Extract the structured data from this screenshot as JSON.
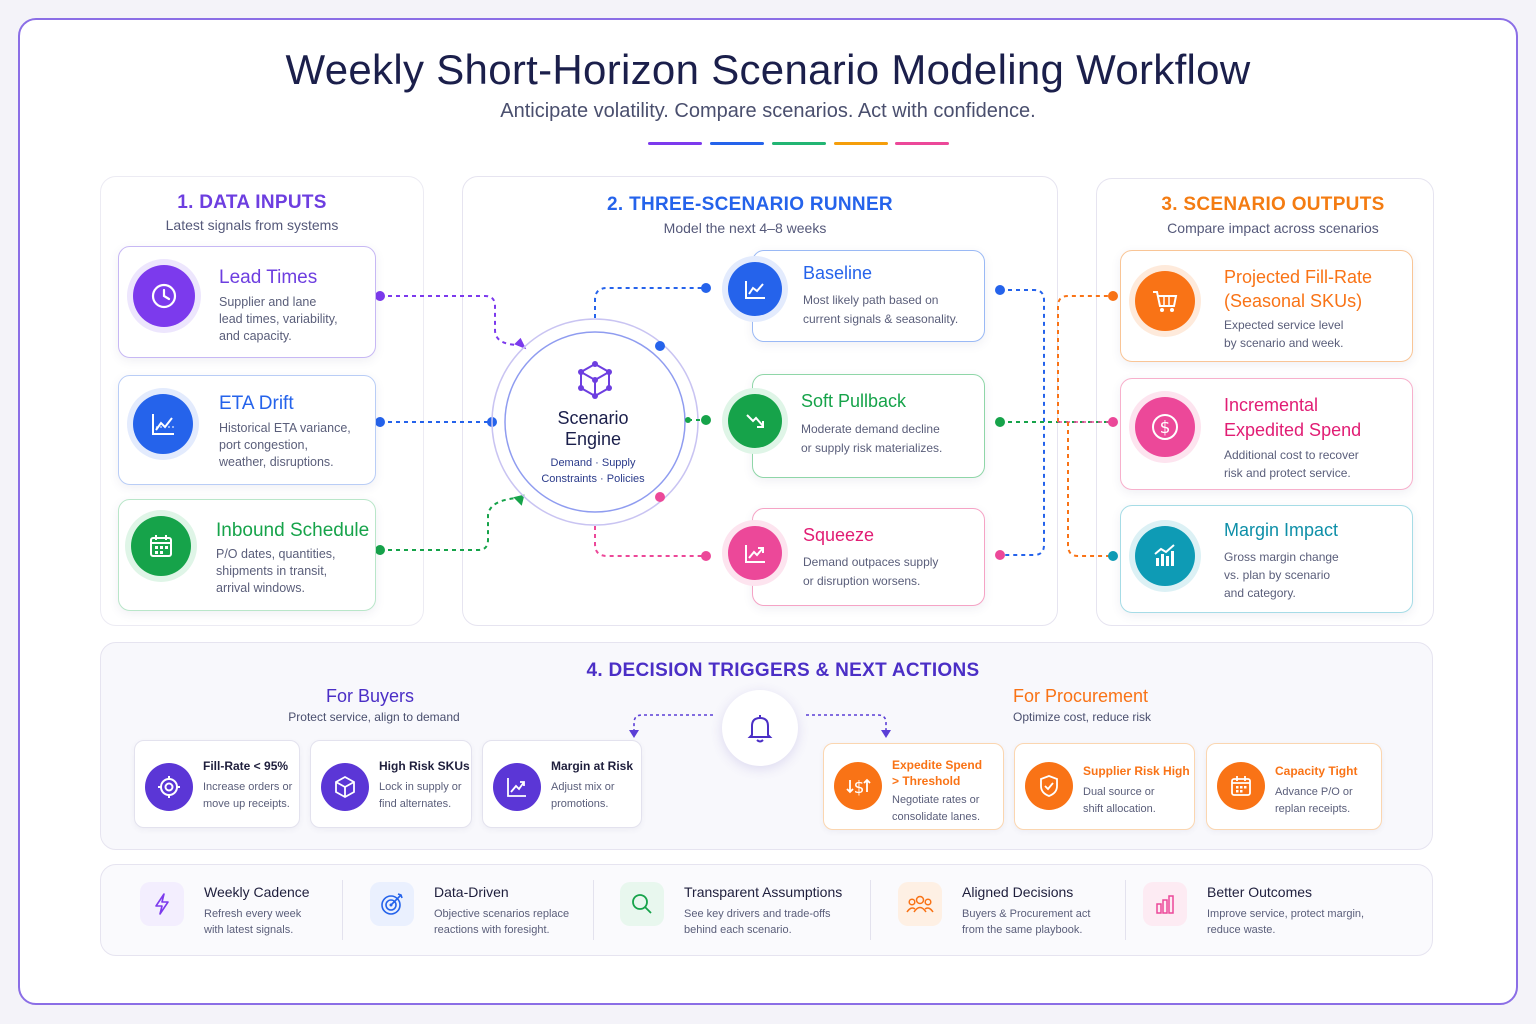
{
  "title": "Weekly Short-Horizon Scenario Modeling Workflow",
  "subtitle": "Anticipate volatility. Compare scenarios. Act with confidence.",
  "accent_colors": [
    "#7c3aed",
    "#2563eb",
    "#16a34a",
    "#f59e0b",
    "#ec4899"
  ],
  "inputs": {
    "title": "1. DATA INPUTS",
    "subtitle": "Latest signals from systems",
    "items": [
      {
        "title": "Lead Times",
        "desc1": "Supplier and lane",
        "desc2": "lead times, variability,",
        "desc3": "and capacity.",
        "icon": "clock-icon",
        "color": "#7c3aed"
      },
      {
        "title": "ETA Drift",
        "desc1": "Historical ETA variance,",
        "desc2": "port congestion,",
        "desc3": "weather, disruptions.",
        "icon": "trend-chart-icon",
        "color": "#2563eb"
      },
      {
        "title": "Inbound Schedule",
        "desc1": "P/O dates, quantities,",
        "desc2": "shipments in transit,",
        "desc3": "arrival windows.",
        "icon": "calendar-icon",
        "color": "#16a34a"
      }
    ]
  },
  "runner": {
    "title": "2. THREE-SCENARIO RUNNER",
    "subtitle": "Model the next 4–8 weeks",
    "engine": {
      "title1": "Scenario",
      "title2": "Engine",
      "sub1": "Demand · Supply",
      "sub2": "Constraints · Policies"
    },
    "scenarios": [
      {
        "title": "Baseline",
        "desc1": "Most likely path based on",
        "desc2": "current signals & seasonality.",
        "icon": "line-chart-icon",
        "color": "#2563eb"
      },
      {
        "title": "Soft Pullback",
        "desc1": "Moderate demand decline",
        "desc2": "or supply risk materializes.",
        "icon": "trend-down-icon",
        "color": "#16a34a"
      },
      {
        "title": "Squeeze",
        "desc1": "Demand outpaces supply",
        "desc2": "or disruption worsens.",
        "icon": "trend-up-icon",
        "color": "#ec4899"
      }
    ]
  },
  "outputs": {
    "title": "3. SCENARIO OUTPUTS",
    "subtitle": "Compare impact across scenarios",
    "items": [
      {
        "title1": "Projected Fill-Rate",
        "title2": "(Seasonal SKUs)",
        "desc1": "Expected service level",
        "desc2": "by scenario and week.",
        "desc3": "",
        "icon": "cart-icon",
        "color": "#f97316"
      },
      {
        "title1": "Incremental",
        "title2": "Expedited Spend",
        "desc1": "Additional cost to recover",
        "desc2": "risk and protect service.",
        "desc3": "",
        "icon": "dollar-icon",
        "color": "#ec4899"
      },
      {
        "title1": "Margin Impact",
        "title2": "",
        "desc1": "Gross margin change",
        "desc2": "vs. plan by scenario",
        "desc3": "and category.",
        "icon": "bar-chart-icon",
        "color": "#0e9bb5"
      }
    ]
  },
  "decisions": {
    "title": "4. DECISION TRIGGERS & NEXT ACTIONS",
    "buyers": {
      "title": "For Buyers",
      "subtitle": "Protect service, align to demand",
      "items": [
        {
          "title": "Fill-Rate < 95%",
          "desc1": "Increase orders or",
          "desc2": "move up receipts.",
          "icon": "target-icon"
        },
        {
          "title": "High Risk SKUs",
          "desc1": "Lock in supply or",
          "desc2": "find alternates.",
          "icon": "box-icon"
        },
        {
          "title": "Margin at Risk",
          "desc1": "Adjust mix or",
          "desc2": "promotions.",
          "icon": "trend-up-icon"
        }
      ]
    },
    "procurement": {
      "title": "For Procurement",
      "subtitle": "Optimize cost, reduce risk",
      "items": [
        {
          "title1": "Expedite Spend",
          "title2": "> Threshold",
          "desc1": "Negotiate rates or",
          "desc2": "consolidate lanes.",
          "icon": "dollar-arrows-icon"
        },
        {
          "title1": "Supplier Risk High",
          "title2": "",
          "desc1": "Dual source or",
          "desc2": "shift allocation.",
          "icon": "shield-icon"
        },
        {
          "title1": "Capacity Tight",
          "title2": "",
          "desc1": "Advance P/O or",
          "desc2": "replan receipts.",
          "icon": "calendar-icon"
        }
      ]
    },
    "center_icon": "bell-icon"
  },
  "footer": [
    {
      "title": "Weekly Cadence",
      "desc1": "Refresh every week",
      "desc2": "with latest signals.",
      "icon": "lightning-icon",
      "color": "#7c3aed"
    },
    {
      "title": "Data-Driven",
      "desc1": "Objective scenarios replace",
      "desc2": "reactions with foresight.",
      "icon": "target-arrow-icon",
      "color": "#2563eb"
    },
    {
      "title": "Transparent Assumptions",
      "desc1": "See key drivers and trade-offs",
      "desc2": "behind each scenario.",
      "icon": "search-icon",
      "color": "#16a34a"
    },
    {
      "title": "Aligned Decisions",
      "desc1": "Buyers & Procurement act",
      "desc2": "from the same playbook.",
      "icon": "people-icon",
      "color": "#f97316"
    },
    {
      "title": "Better Outcomes",
      "desc1": "Improve service, protect margin,",
      "desc2": "reduce waste.",
      "icon": "bar-chart-icon",
      "color": "#ec4899"
    }
  ]
}
